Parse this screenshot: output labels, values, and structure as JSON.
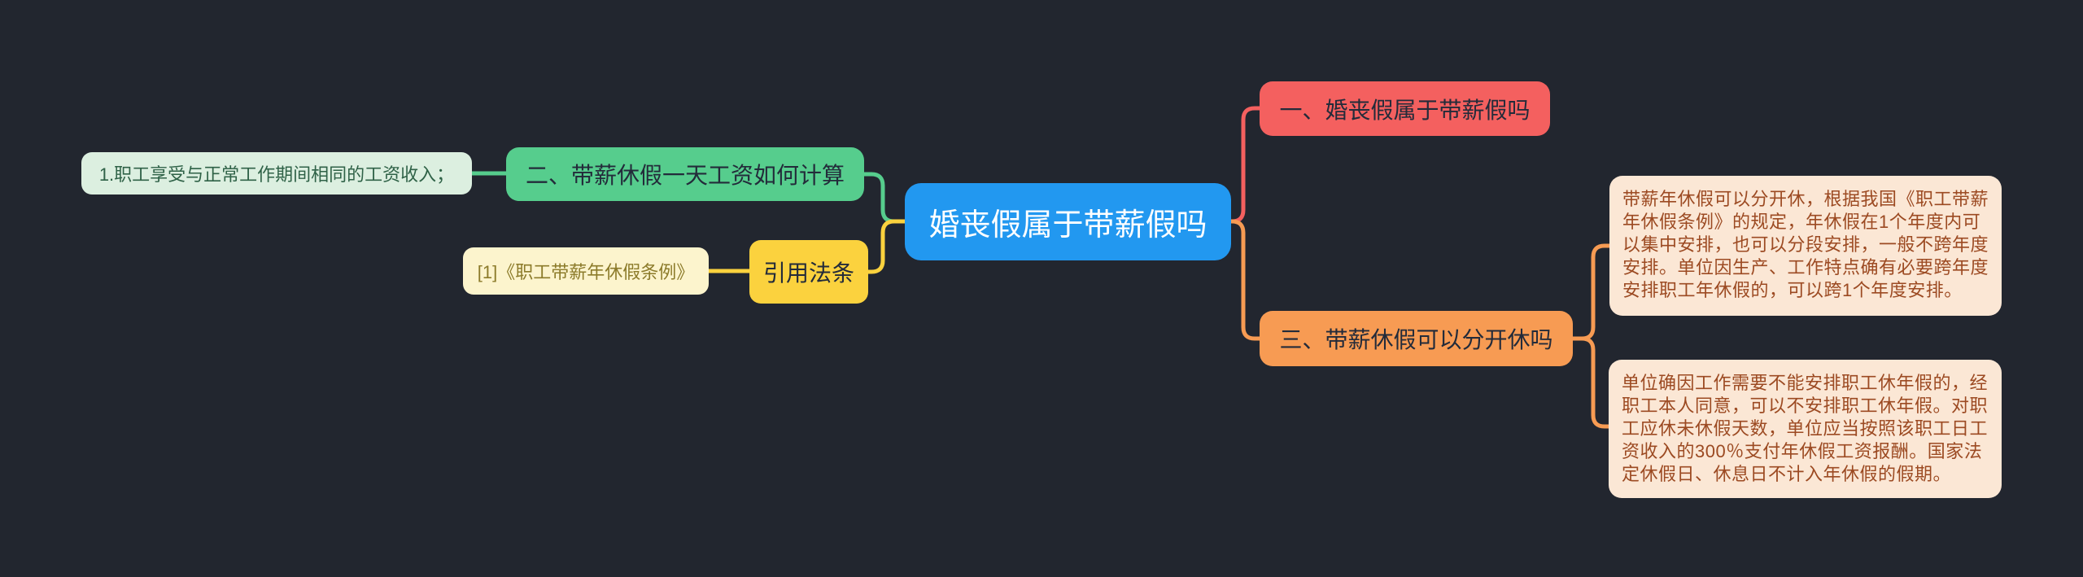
{
  "canvas": {
    "background_color": "#22262f",
    "type": "mindmap"
  },
  "mindmap": {
    "root": {
      "label": "婚丧假属于带薪假吗",
      "color": "#2298f0",
      "text_color": "#ffffff"
    },
    "branches": [
      {
        "side": "left",
        "label": "二、带薪休假一天工资如何计算",
        "color": "#56cd8d",
        "text_color": "#232b3a",
        "children": [
          {
            "label": "1.职工享受与正常工作期间相同的工资收入；",
            "color": "#dcefe0",
            "text_color": "#2f6247"
          }
        ]
      },
      {
        "side": "left",
        "label": "引用法条",
        "color": "#fbd23e",
        "text_color": "#232b3a",
        "children": [
          {
            "label": "[1]《职工带薪年休假条例》",
            "color": "#fcf4cd",
            "text_color": "#8c7b2a"
          }
        ]
      },
      {
        "side": "right",
        "label": "一、婚丧假属于带薪假吗",
        "color": "#f4605f",
        "text_color": "#232b3a",
        "children": []
      },
      {
        "side": "right",
        "label": "三、带薪休假可以分开休吗",
        "color": "#f79b53",
        "text_color": "#232b3a",
        "children": [
          {
            "label": "带薪年休假可以分开休，根据我国《职工带薪年休假条例》的规定，年休假在1个年度内可以集中安排，也可以分段安排，一般不跨年度安排。单位因生产、工作特点确有必要跨年度安排职工年休假的，可以跨1个年度安排。",
            "color": "#fbe7d5",
            "text_color": "#9c4a22"
          },
          {
            "label": "单位确因工作需要不能安排职工休年假的，经职工本人同意，可以不安排职工休年假。对职工应休未休假天数，单位应当按照该职工日工资收入的300％支付年休假工资报酬。国家法定休假日、休息日不计入年休假的假期。",
            "color": "#fbe7d5",
            "text_color": "#9c4a22"
          }
        ]
      }
    ],
    "edges": [
      {
        "from": "二、带薪休假一天工资如何计算",
        "to": "婚丧假属于带薪假吗",
        "color": "#56cd8d"
      },
      {
        "from": "1.职工享受与正常工作期间相同的工资收入；",
        "to": "二、带薪休假一天工资如何计算",
        "color": "#56cd8d"
      },
      {
        "from": "引用法条",
        "to": "婚丧假属于带薪假吗",
        "color": "#fbd23e"
      },
      {
        "from": "[1]《职工带薪年休假条例》",
        "to": "引用法条",
        "color": "#fbd23e"
      },
      {
        "from": "婚丧假属于带薪假吗",
        "to": "一、婚丧假属于带薪假吗",
        "color": "#f4605f"
      },
      {
        "from": "婚丧假属于带薪假吗",
        "to": "三、带薪休假可以分开休吗",
        "color": "#f79b53"
      },
      {
        "from": "三、带薪休假可以分开休吗",
        "to": "note-1",
        "color": "#f79b53"
      },
      {
        "from": "三、带薪休假可以分开休吗",
        "to": "note-2",
        "color": "#f79b53"
      }
    ]
  }
}
